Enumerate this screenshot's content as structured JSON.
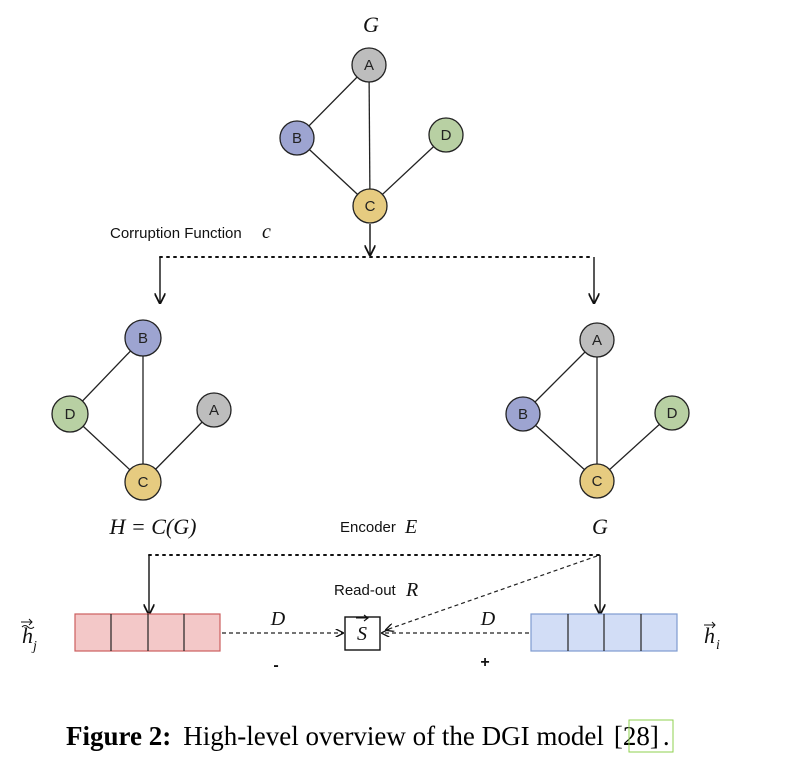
{
  "colors": {
    "node_gray": "#bdbdbd",
    "node_blue": "#9da4d1",
    "node_green": "#b8d0a3",
    "node_yellow": "#e6cb80",
    "neg_fill": "#f3c8c8",
    "neg_stroke": "#cc5f5f",
    "pos_fill": "#d2ddf6",
    "pos_stroke": "#7f9bd0",
    "citation_box": "#8fd14f"
  },
  "top_graph": {
    "title": "G",
    "nodes": {
      "a": "A",
      "b": "B",
      "c": "C",
      "d": "D"
    }
  },
  "corruption": {
    "label": "Corruption Function",
    "symbol": "c"
  },
  "left_graph": {
    "nodes": {
      "a": "A",
      "b": "B",
      "c": "C",
      "d": "D"
    },
    "label": "H = C(G)"
  },
  "right_graph": {
    "nodes": {
      "a": "A",
      "b": "B",
      "c": "C",
      "d": "D"
    },
    "label": "G"
  },
  "encoder": {
    "label": "Encoder",
    "symbol": "E"
  },
  "readout": {
    "label": "Read-out",
    "symbol": "R",
    "summary_symbol": "S"
  },
  "discriminator": {
    "left_symbol": "D",
    "right_symbol": "D",
    "negative_sign": "-",
    "positive_sign": "+"
  },
  "embeddings": {
    "negative_label": "h",
    "negative_subscript": "j",
    "positive_label": "h",
    "positive_subscript": "i"
  },
  "caption": {
    "prefix": "Figure 2:",
    "text": "High-level overview of the DGI model",
    "citation": "[28]",
    "suffix": "."
  }
}
